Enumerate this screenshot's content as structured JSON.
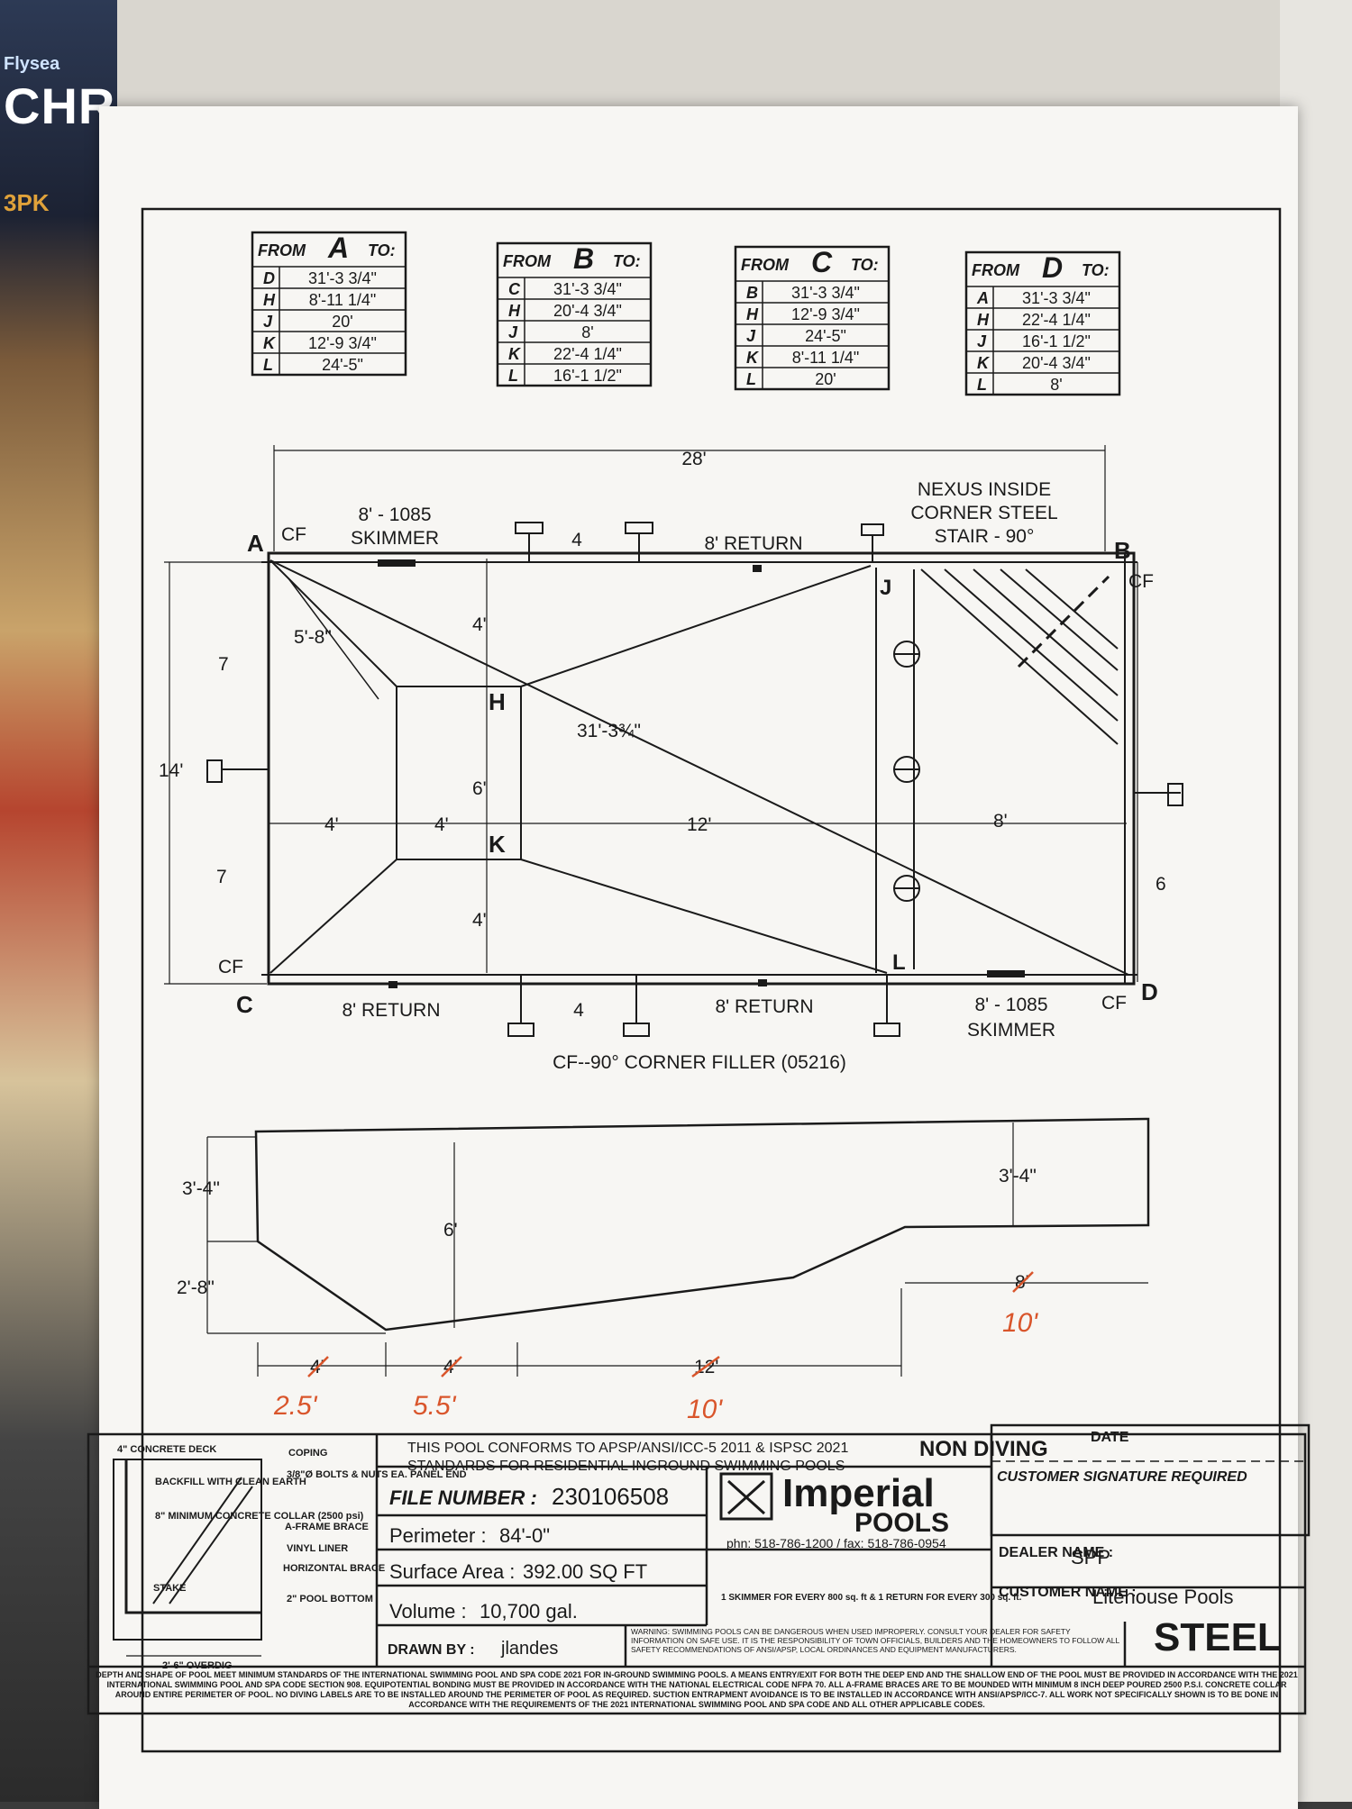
{
  "background": {
    "brand_top": "Flysea",
    "brand_mid": "CHR",
    "brand_pk": "3PK"
  },
  "tables": [
    {
      "from": "A",
      "rows": [
        [
          "D",
          "31'-3 3/4\""
        ],
        [
          "H",
          "8'-11 1/4\""
        ],
        [
          "J",
          "20'"
        ],
        [
          "K",
          "12'-9 3/4\""
        ],
        [
          "L",
          "24'-5\""
        ]
      ]
    },
    {
      "from": "B",
      "rows": [
        [
          "C",
          "31'-3 3/4\""
        ],
        [
          "H",
          "20'-4 3/4\""
        ],
        [
          "J",
          "8'"
        ],
        [
          "K",
          "22'-4 1/4\""
        ],
        [
          "L",
          "16'-1 1/2\""
        ]
      ]
    },
    {
      "from": "C",
      "rows": [
        [
          "B",
          "31'-3 3/4\""
        ],
        [
          "H",
          "12'-9 3/4\""
        ],
        [
          "J",
          "24'-5\""
        ],
        [
          "K",
          "8'-11 1/4\""
        ],
        [
          "L",
          "20'"
        ]
      ]
    },
    {
      "from": "D",
      "rows": [
        [
          "A",
          "31'-3 3/4\""
        ],
        [
          "H",
          "22'-4 1/4\""
        ],
        [
          "J",
          "16'-1 1/2\""
        ],
        [
          "K",
          "20'-4 3/4\""
        ],
        [
          "L",
          "8'"
        ]
      ]
    }
  ],
  "table_labels": {
    "from": "FROM",
    "to": "TO:"
  },
  "plan": {
    "overall_length": "28'",
    "skimmer_top": [
      "8' - 1085",
      "SKIMMER"
    ],
    "return_top": "8' RETURN",
    "spacing_top": "4",
    "stair": [
      "NEXUS INSIDE",
      "CORNER STEEL",
      "STAIR - 90°"
    ],
    "corners": {
      "A": "A",
      "B": "B",
      "C": "C",
      "D": "D",
      "H": "H",
      "K": "K",
      "J": "J",
      "L": "L"
    },
    "cf": "CF",
    "width": "14'",
    "left_upper": "7",
    "left_lower": "7",
    "right_side": "6",
    "diag_short": "5'-8\"",
    "diag_long": "31'-3¾\"",
    "dim_4_top": "4'",
    "dim_6": "6'",
    "dim_4_bottom": "4'",
    "dim_4_left": "4'",
    "dim_4_mid": "4'",
    "dim_12": "12'",
    "dim_8": "8'",
    "return_bottom_left": "8' RETURN",
    "spacing_bottom": "4",
    "return_bottom_mid": "8' RETURN",
    "skimmer_bottom": [
      "8' - 1085",
      "SKIMMER"
    ],
    "corner_filler": "CF--90° CORNER FILLER (05216)"
  },
  "profile": {
    "shallow_depth": "3'-4\"",
    "drop": "2'-8\"",
    "deep": "6'",
    "deep_right": "3'-4\"",
    "seg1": "4'",
    "seg2": "4'",
    "seg3": "12'",
    "seg4": "8'",
    "hand1": "2.5'",
    "hand2": "5.5'",
    "hand3": "10'",
    "hand4": "10'"
  },
  "section": {
    "labels": [
      "4\" CONCRETE DECK",
      "BACKFILL WITH CLEAN EARTH",
      "8\" MINIMUM CONCRETE COLLAR (2500 psi)",
      "STAKE",
      "COPING",
      "3/8\"Ø BOLTS & NUTS EA. PANEL END",
      "A-FRAME BRACE",
      "VINYL LINER",
      "HORIZONTAL BRACE",
      "2\" POOL BOTTOM",
      "2'-6\" OVERDIG"
    ]
  },
  "title_block": {
    "conforms_1": "THIS POOL CONFORMS TO APSP/ANSI/ICC-5 2011 & ISPSC 2021",
    "conforms_2": "STANDARDS FOR RESIDENTIAL INGROUND SWIMMING POOLS",
    "non_diving": "NON DIVING",
    "date_label": "DATE",
    "signature": "CUSTOMER SIGNATURE REQUIRED",
    "file_label": "FILE NUMBER :",
    "file_number": "230106508",
    "perimeter_label": "Perimeter :",
    "perimeter": "84'-0\"",
    "area_label": "Surface Area :",
    "area": "392.00 SQ FT",
    "volume_label": "Volume :",
    "volume": "10,700 gal.",
    "drawn_label": "DRAWN BY :",
    "drawn_by": "jlandes",
    "brand": "Imperial",
    "brand_sub": "POOLS",
    "phone": "phn: 518-786-1200 / fax: 518-786-0954",
    "skimmer_rule": "1 SKIMMER FOR EVERY 800 sq. ft & 1 RETURN FOR EVERY 300 sq. ft.",
    "dealer_label": "DEALER NAME :",
    "dealer": "SPP",
    "customer_label": "CUSTOMER NAME :",
    "customer": "Litehouse Pools",
    "material": "STEEL",
    "warning": "WARNING: SWIMMING POOLS CAN BE DANGEROUS WHEN USED IMPROPERLY. CONSULT YOUR DEALER FOR SAFETY INFORMATION ON SAFE USE. IT IS THE RESPONSIBILITY OF TOWN OFFICIALS, BUILDERS AND THE HOMEOWNERS TO FOLLOW ALL SAFETY RECOMMENDATIONS OF ANSI/APSP, LOCAL ORDINANCES AND EQUIPMENT MANUFACTURERS.",
    "footer": "DEPTH AND SHAPE OF POOL MEET MINIMUM STANDARDS OF THE INTERNATIONAL SWIMMING POOL AND SPA CODE 2021 FOR IN-GROUND SWIMMING POOLS. A MEANS ENTRY/EXIT FOR BOTH THE DEEP END AND THE SHALLOW END OF THE POOL MUST BE PROVIDED IN ACCORDANCE WITH THE 2021 INTERNATIONAL SWIMMING POOL AND SPA CODE SECTION 908. EQUIPOTENTIAL BONDING MUST BE PROVIDED IN ACCORDANCE WITH THE NATIONAL ELECTRICAL CODE NFPA 70. ALL A-FRAME BRACES ARE TO BE MOUNDED WITH MINIMUM 8 INCH DEEP POURED 2500 P.S.I. CONCRETE COLLAR AROUND ENTIRE PERIMETER OF POOL. NO DIVING LABELS ARE TO BE INSTALLED AROUND THE PERIMETER OF POOL AS REQUIRED. SUCTION ENTRAPMENT AVOIDANCE IS TO BE INSTALLED IN ACCORDANCE WITH ANSI/APSP/ICC-7. ALL WORK NOT SPECIFICALLY SHOWN IS TO BE DONE IN ACCORDANCE WITH THE REQUIREMENTS OF THE 2021 INTERNATIONAL SWIMMING POOL AND SPA CODE AND ALL OTHER APPLICABLE CODES."
  },
  "colors": {
    "ink": "#1a1a1a",
    "annotation": "#d9552b",
    "paper": "#f7f6f3"
  }
}
